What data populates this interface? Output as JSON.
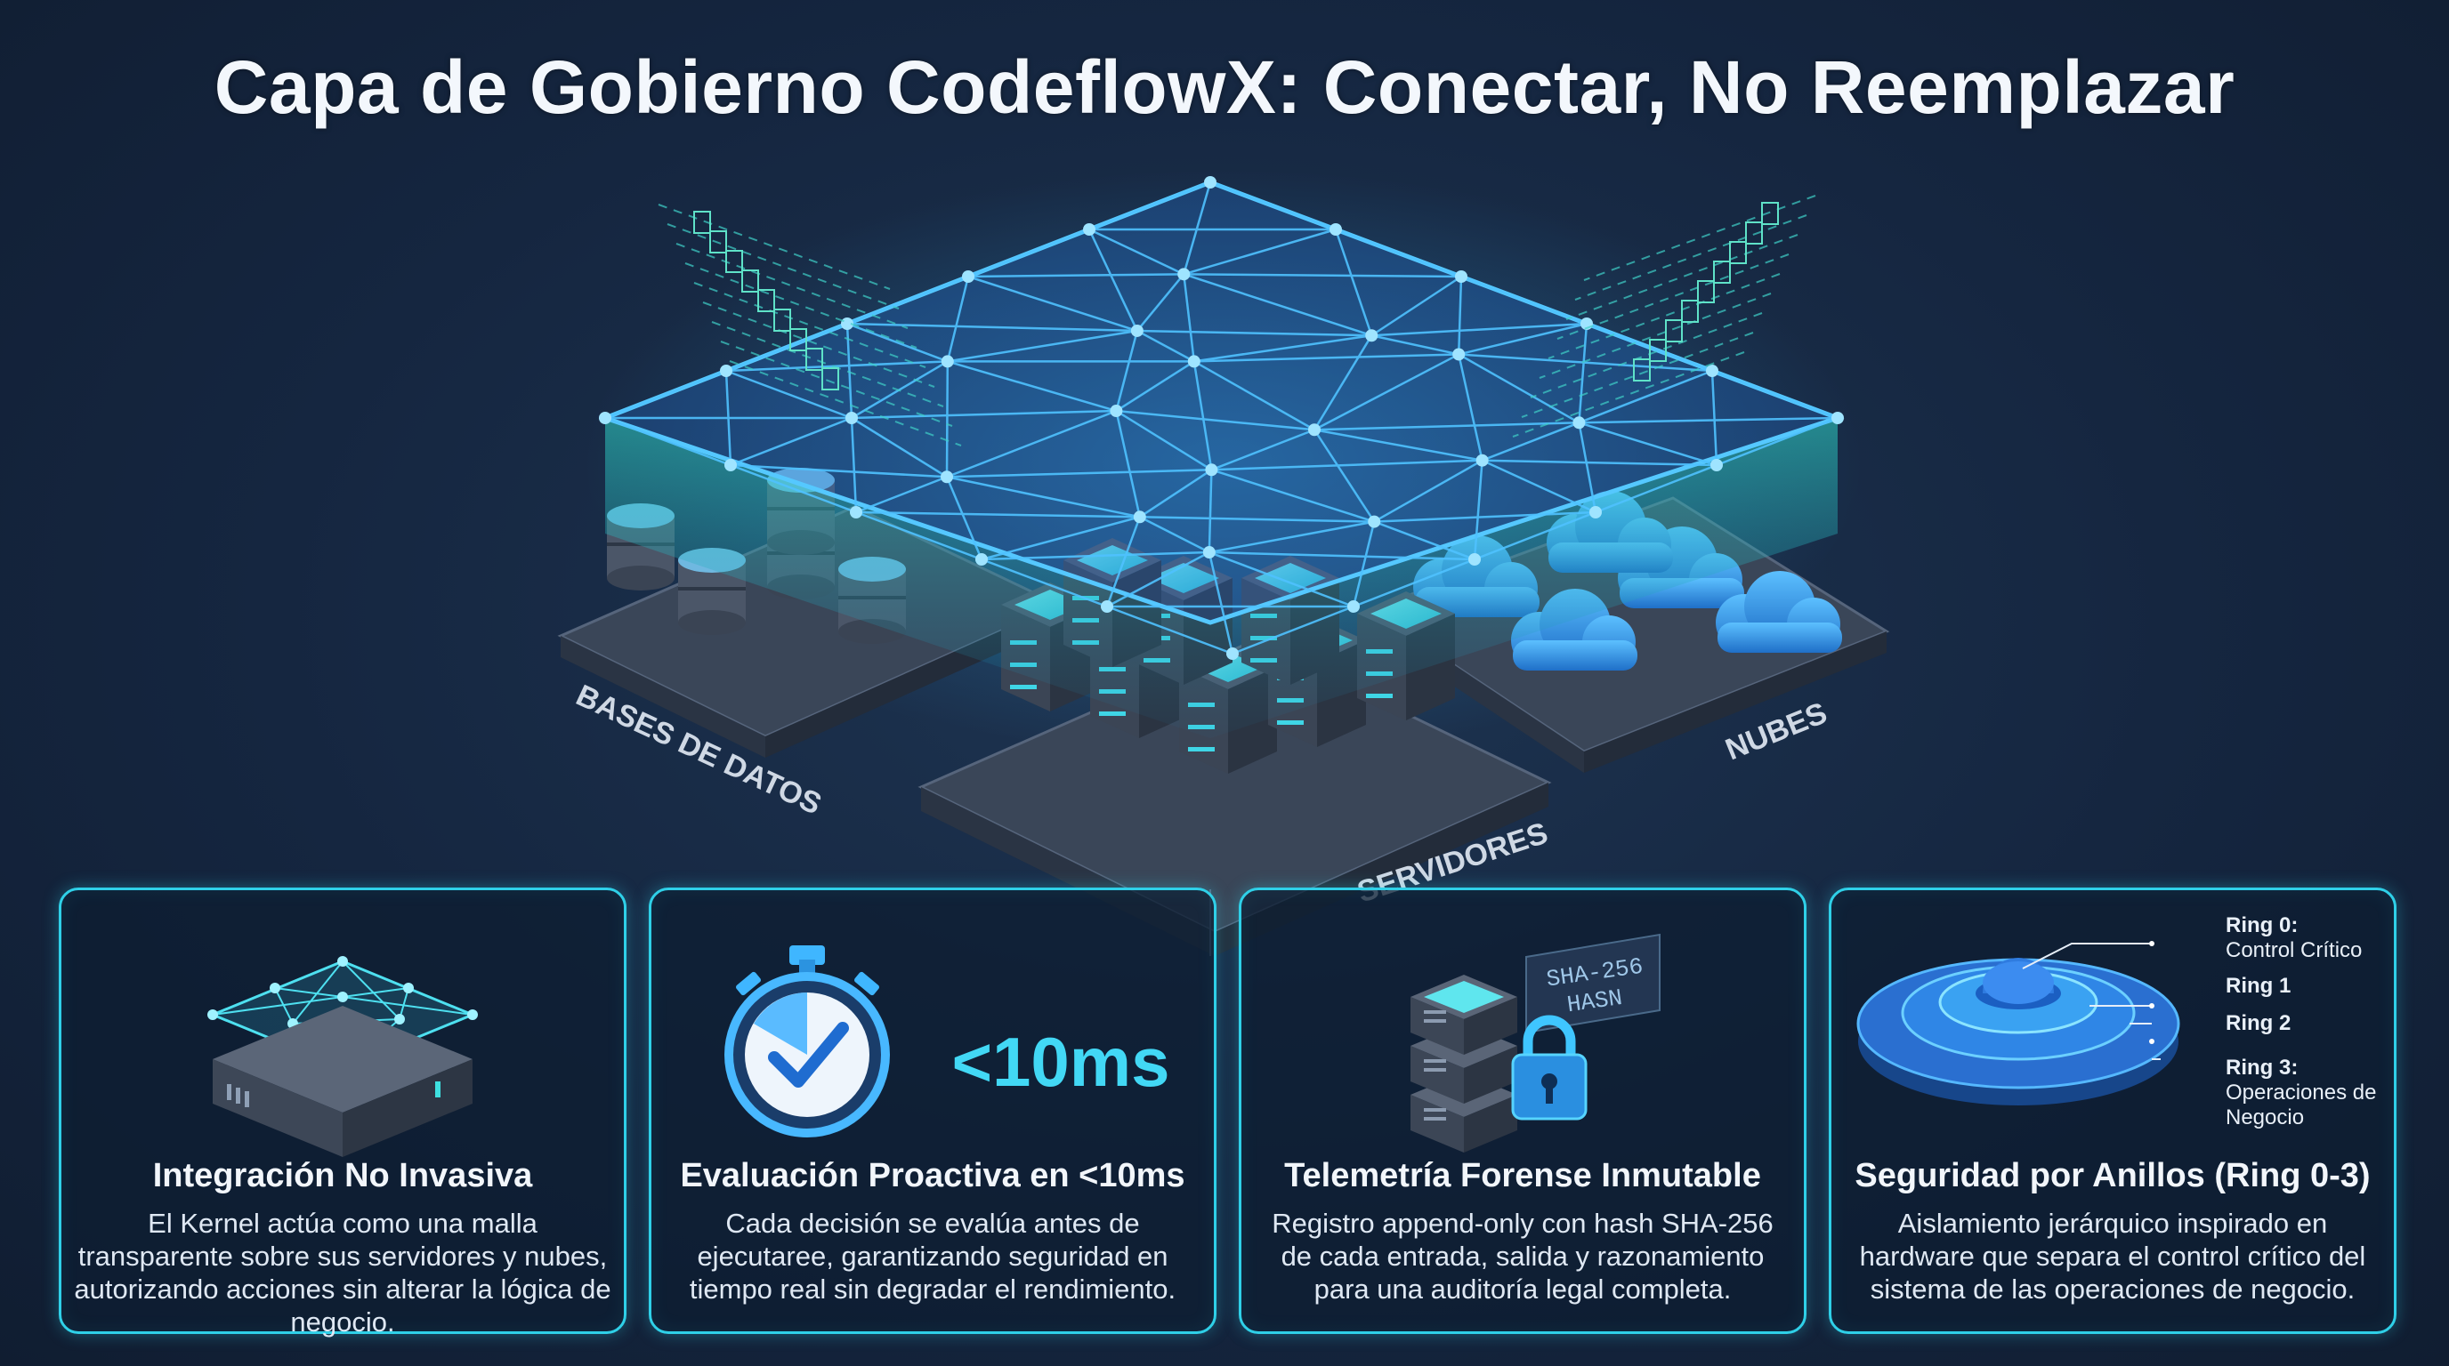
{
  "title": "Capa de Gobierno CodeflowX: Conectar, No Reemplazar",
  "hero": {
    "platforms": [
      "BASES DE DATOS",
      "SERVIDORES",
      "NUBES"
    ]
  },
  "cards": [
    {
      "title": "Integración No Invasiva",
      "text": "El Kernel actúa como una malla transparente sobre sus servidores y nubes, autorizando acciones sin alterar la lógica de negocio.",
      "icon": "mesh-server-icon"
    },
    {
      "title": "Evaluación Proactiva en <10ms",
      "text": "Cada decisión se evalúa antes de ejecutaree, garantizando seguridad en tiempo real sin degradar el rendimiento.",
      "icon": "stopwatch-icon",
      "metric": "<10ms"
    },
    {
      "title": "Telemetría Forense Inmutable",
      "text": "Registro append-only con hash SHA-256 de cada entrada, salida y razonamiento para una auditoría legal completa.",
      "icon": "locked-server-icon",
      "hash_label": [
        "SHA-256",
        "HASN"
      ]
    },
    {
      "title": "Seguridad por Anillos (Ring 0-3)",
      "text": "Aislamiento jerárquico inspirado en hardware que separa el control crítico del sistema de las operaciones de negocio.",
      "icon": "rings-icon",
      "rings": [
        {
          "name": "Ring 0:",
          "desc": "Control Crítico"
        },
        {
          "name": "Ring 1",
          "desc": ""
        },
        {
          "name": "Ring 2",
          "desc": ""
        },
        {
          "name": "Ring 3:",
          "desc": "Operaciones de Negocio"
        }
      ]
    }
  ],
  "colors": {
    "background": "#142338",
    "accent": "#2fd0e8",
    "mesh": "#3aa8ff",
    "server": "#4a5466"
  }
}
